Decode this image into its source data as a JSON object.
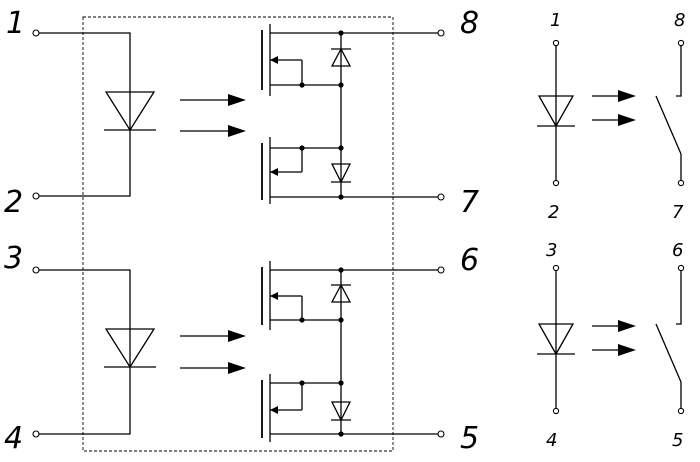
{
  "main_circuit": {
    "pins": [
      "1",
      "2",
      "3",
      "4",
      "5",
      "6",
      "7",
      "8"
    ]
  },
  "symbol_view": {
    "pins": [
      "1",
      "2",
      "3",
      "4",
      "5",
      "6",
      "7",
      "8"
    ]
  },
  "colors": {
    "line": "#000000",
    "background": "#ffffff"
  }
}
